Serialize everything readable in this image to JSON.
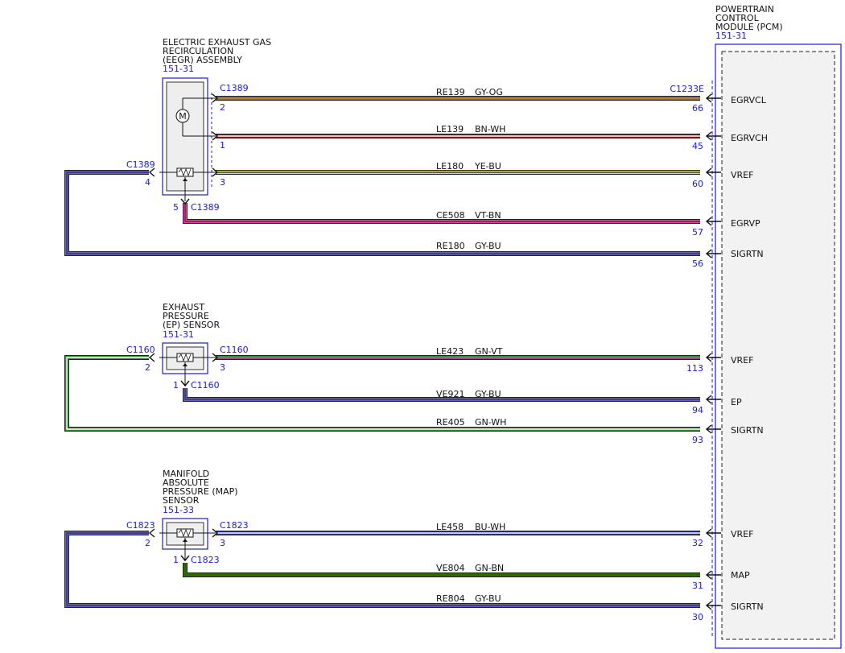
{
  "colors": {
    "blue": "#1a1adc",
    "black": "#111111",
    "GY": "#6b6b7b",
    "OG": "#e07b00",
    "BN": "#8b1a1a",
    "WH": "#ffffff",
    "YE": "#e8e800",
    "BU": "#2a2ad0",
    "VT": "#e040c0",
    "GN": "#2e8b2e",
    "GN_dark": "#2f6b00"
  },
  "pcm": {
    "title_lines": [
      "POWERTRAIN",
      "CONTROL",
      "MODULE (PCM)"
    ],
    "ref": "151-31",
    "connector": "C1233E",
    "pins": [
      {
        "signal": "EGRVCL",
        "pin": "66"
      },
      {
        "signal": "EGRVCH",
        "pin": "45"
      },
      {
        "signal": "VREF",
        "pin": "60"
      },
      {
        "signal": "EGRVP",
        "pin": "57"
      },
      {
        "signal": "SIGRTN",
        "pin": "56"
      },
      {
        "signal": "VREF",
        "pin": "113"
      },
      {
        "signal": "EP",
        "pin": "94"
      },
      {
        "signal": "SIGRTN",
        "pin": "93"
      },
      {
        "signal": "VREF",
        "pin": "32"
      },
      {
        "signal": "MAP",
        "pin": "31"
      },
      {
        "signal": "SIGRTN",
        "pin": "30"
      }
    ]
  },
  "components": [
    {
      "id": "eegr",
      "title_lines": [
        "ELECTRIC EXHAUST GAS",
        "RECIRCULATION",
        "(EEGR) ASSEMBLY"
      ],
      "ref": "151-31"
    },
    {
      "id": "ep",
      "title_lines": [
        "EXHAUST",
        "PRESSURE",
        "(EP) SENSOR"
      ],
      "ref": "151-31"
    },
    {
      "id": "map",
      "title_lines": [
        "MANIFOLD",
        "ABSOLUTE",
        "PRESSURE (MAP)",
        "SENSOR"
      ],
      "ref": "151-33"
    }
  ],
  "motor_symbol": "M",
  "wires": [
    {
      "circuit": "RE139",
      "color": "GY-OG",
      "c1": "GY",
      "c2": "OG",
      "connector": "C1389",
      "comp_pin": "2"
    },
    {
      "circuit": "LE139",
      "color": "BN-WH",
      "c1": "BN",
      "c2": "WH",
      "connector": "",
      "comp_pin": "1"
    },
    {
      "circuit": "LE180",
      "color": "YE-BU",
      "c1": "YE",
      "c2": "BU",
      "connector": "",
      "comp_pin": "3"
    },
    {
      "circuit": "CE508",
      "color": "VT-BN",
      "c1": "VT",
      "c2": "BN",
      "connector": "C1389",
      "comp_pin": "5"
    },
    {
      "circuit": "RE180",
      "color": "GY-BU",
      "c1": "GY",
      "c2": "BU",
      "connector": "C1389",
      "comp_pin": "4"
    },
    {
      "circuit": "LE423",
      "color": "GN-VT",
      "c1": "GN",
      "c2": "VT",
      "connector": "C1160",
      "comp_pin": "3"
    },
    {
      "circuit": "VE921",
      "color": "GY-BU",
      "c1": "GY",
      "c2": "BU",
      "connector": "C1160",
      "comp_pin": "1"
    },
    {
      "circuit": "RE405",
      "color": "GN-WH",
      "c1": "GN",
      "c2": "WH",
      "connector": "C1160",
      "comp_pin": "2"
    },
    {
      "circuit": "LE458",
      "color": "BU-WH",
      "c1": "BU",
      "c2": "WH",
      "connector": "C1823",
      "comp_pin": "3"
    },
    {
      "circuit": "VE804",
      "color": "GN-BN",
      "c1": "GN_dark",
      "c2": "GN_dark",
      "connector": "C1823",
      "comp_pin": "1"
    },
    {
      "circuit": "RE804",
      "color": "GY-BU",
      "c1": "GY",
      "c2": "BU",
      "connector": "C1823",
      "comp_pin": "2"
    }
  ]
}
